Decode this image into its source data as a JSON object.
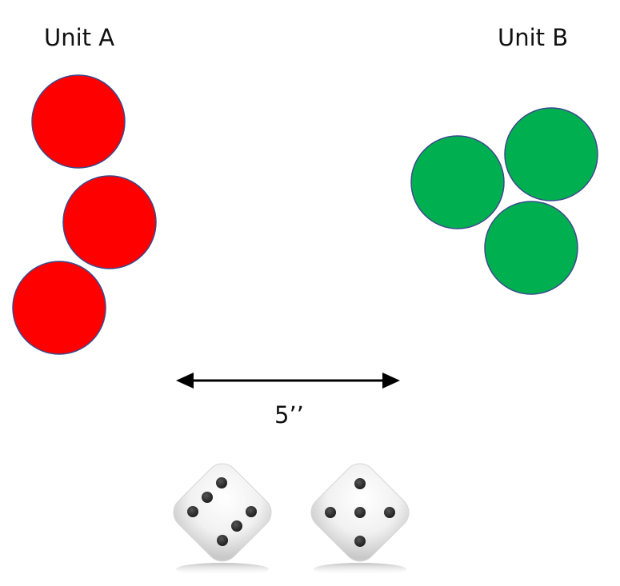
{
  "units": [
    {
      "name": "Unit A",
      "model_count": 3,
      "color": "#ff0000"
    },
    {
      "name": "Unit B",
      "model_count": 3,
      "color": "#00b050"
    }
  ],
  "measurement": {
    "label": "5’’",
    "value_inches": 5
  },
  "dice": [
    {
      "face": 6
    },
    {
      "face": 5
    }
  ],
  "colors": {
    "model_outline": "#3a4a8c",
    "arrow": "#000000",
    "pip": "#2b2b2b"
  },
  "icons": [
    "double-headed-arrow-icon",
    "die-icon"
  ]
}
